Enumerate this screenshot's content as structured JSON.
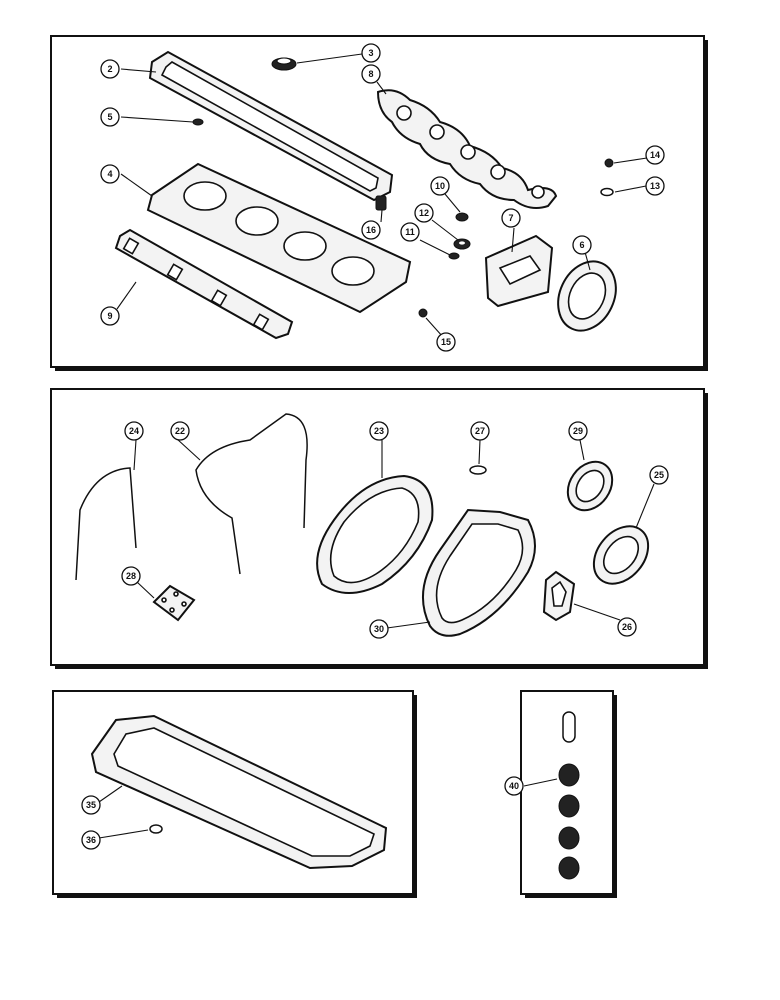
{
  "callouts": {
    "c2": "2",
    "c3": "3",
    "c4": "4",
    "c5": "5",
    "c6": "6",
    "c7": "7",
    "c8": "8",
    "c9": "9",
    "c10": "10",
    "c11": "11",
    "c12": "12",
    "c13": "13",
    "c14": "14",
    "c15": "15",
    "c16": "16",
    "c22": "22",
    "c23": "23",
    "c24": "24",
    "c25": "25",
    "c26": "26",
    "c27": "27",
    "c28": "28",
    "c29": "29",
    "c30": "30",
    "c35": "35",
    "c36": "36",
    "c40": "40"
  }
}
